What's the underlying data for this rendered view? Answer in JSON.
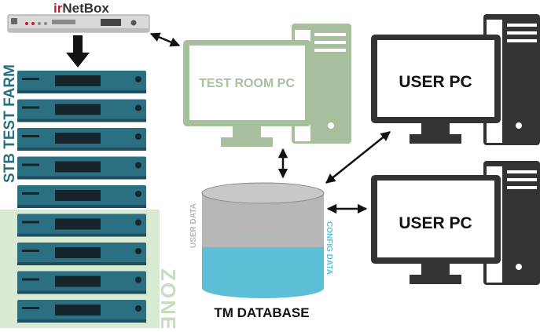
{
  "device": {
    "brand_prefix": "ir",
    "brand_name": "NetBox"
  },
  "farm": {
    "label": "STB TEST FARM",
    "zone_label": "ZONE",
    "stb_count": 9
  },
  "test_room_pc": {
    "label": "TEST ROOM PC"
  },
  "user_pcs": [
    {
      "label": "USER PC"
    },
    {
      "label": "USER PC"
    }
  ],
  "database": {
    "title": "TM DATABASE",
    "user_data_label": "USER DATA",
    "config_data_label": "CONFIG DATA"
  },
  "colors": {
    "stb_teal": "#2a6f82",
    "stb_dark": "#1f4e5c",
    "test_pc_green": "#a7bf9d",
    "zone_green": "#d8ead2",
    "zone_text": "#c6dcbf",
    "user_pc_dark": "#333333",
    "db_gray": "#b7b7b7",
    "db_cyan": "#5dbfd6",
    "brand_red": "#c51a2d"
  }
}
